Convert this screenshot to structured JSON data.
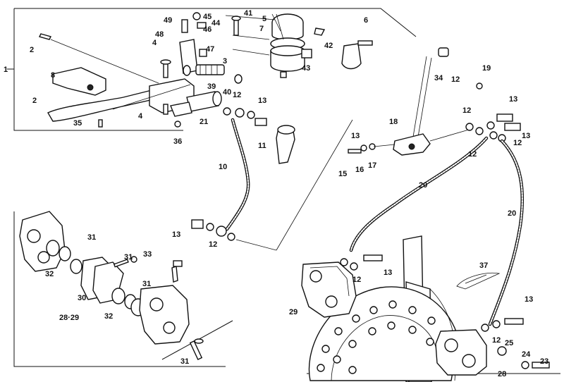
{
  "callouts": {
    "c1": "1",
    "c2a": "2",
    "c2b": "2",
    "c3": "3",
    "c4a": "4",
    "c4b": "4",
    "c5": "5",
    "c6": "6",
    "c7": "7",
    "c8": "8",
    "c10": "10",
    "c11": "11",
    "c12a": "12",
    "c12b": "12",
    "c12c": "12",
    "c12d": "12",
    "c12e": "12",
    "c12f": "12",
    "c12g": "12",
    "c12h": "12",
    "c13a": "13",
    "c13b": "13",
    "c13c": "13",
    "c13d": "13",
    "c13e": "13",
    "c13f": "13",
    "c13g": "13",
    "c15": "15",
    "c16": "16",
    "c17": "17",
    "c18": "18",
    "c19": "19",
    "c20a": "20",
    "c20b": "20",
    "c21": "21",
    "c23": "23",
    "c24": "24",
    "c25": "25",
    "c28": "28",
    "c28_29": "28·29",
    "c29": "29",
    "c30": "30",
    "c31a": "31",
    "c31b": "31",
    "c31c": "31",
    "c31d": "31",
    "c32a": "32",
    "c32b": "32",
    "c33": "33",
    "c34": "34",
    "c35": "35",
    "c36": "36",
    "c37": "37",
    "c39": "39",
    "c40": "40",
    "c41": "41",
    "c42": "42",
    "c43": "43",
    "c44": "44",
    "c45": "45",
    "c46": "46",
    "c47": "47",
    "c48": "48",
    "c49": "49"
  }
}
